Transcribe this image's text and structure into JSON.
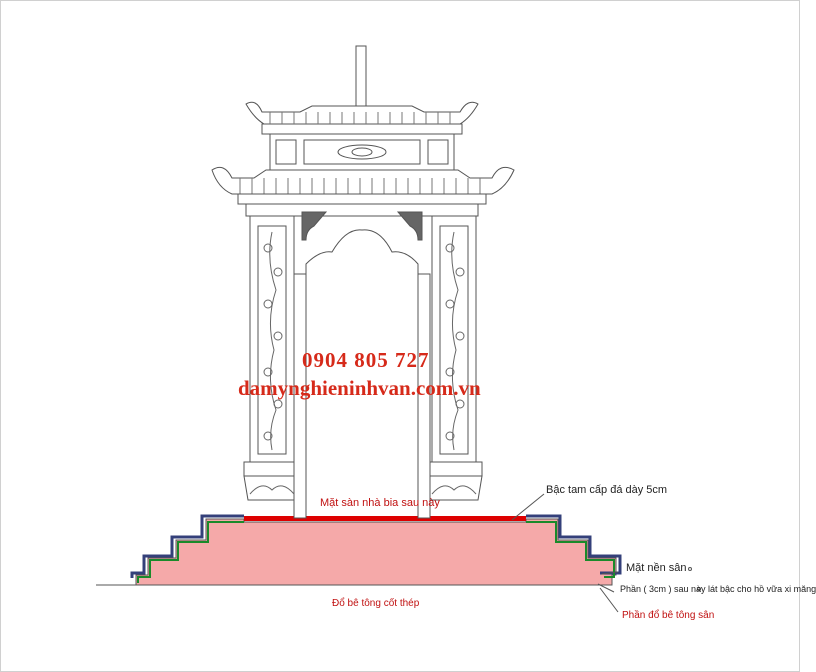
{
  "watermark": {
    "phone": "0904 805 727",
    "website": "damynghieninhvan.com.vn"
  },
  "annotations": {
    "floor_label": "Mặt sàn nhà bia sau này",
    "step_label": "Bậc tam cấp đá dày 5cm",
    "yard_level": "Mặt nền sân",
    "finish_layer": "Phần ( 3cm ) sau này lát bậc cho hồ vữa xi măng",
    "concrete_base": "Đổ bê tông cốt thép",
    "yard_concrete": "Phần đổ bê tông sân"
  },
  "colors": {
    "line": "#555555",
    "base_fill": "#f5a9a9",
    "red_line": "#dd0000",
    "green_line": "#1a8a2a",
    "blue_line": "#34407a",
    "watermark": "#d62a1a",
    "label": "#222222",
    "label_red": "#c01010"
  }
}
